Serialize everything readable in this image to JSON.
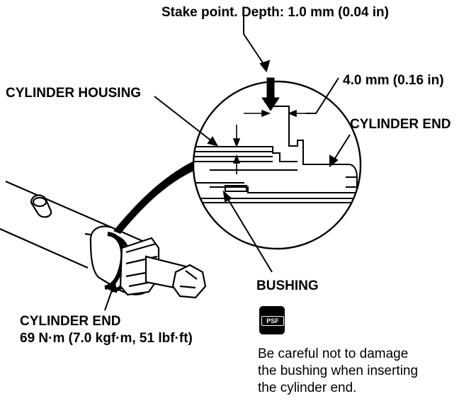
{
  "labels": {
    "stake_point": "Stake point. Depth: 1.0 mm (0.04 in)",
    "width_dim": "4.0 mm (0.16 in)",
    "cylinder_housing": "CYLINDER HOUSING",
    "cylinder_end_detail": "CYLINDER END",
    "bushing": "BUSHING",
    "cylinder_end_main": "CYLINDER END",
    "torque": "69 N·m (7.0 kgf·m, 51 lbf·ft)"
  },
  "psf_icon": {
    "text": "PSF",
    "icon": "fluid-can-icon"
  },
  "note": {
    "line1": "Be careful not to damage",
    "line2": "the bushing when inserting",
    "line3": "the cylinder end."
  }
}
